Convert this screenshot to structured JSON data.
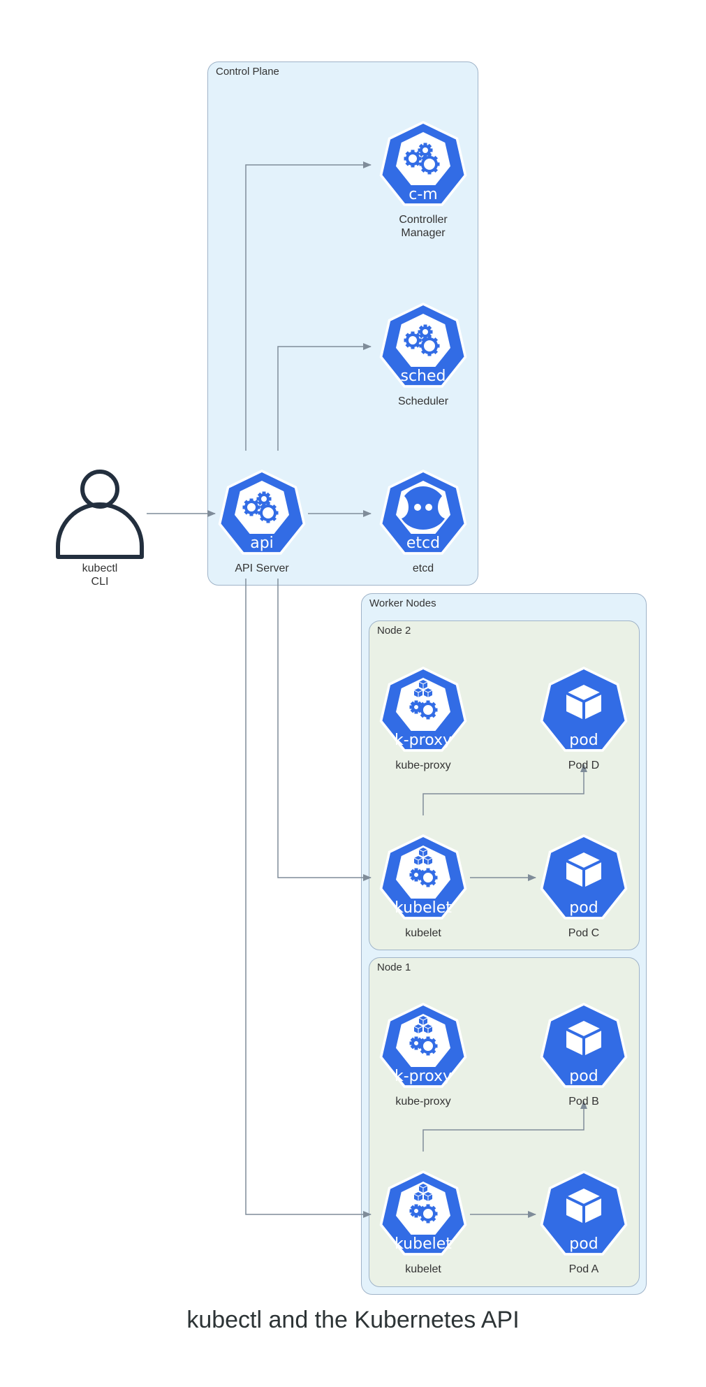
{
  "title": "kubectl and the Kubernetes API",
  "clusters": {
    "control_plane": "Control Plane",
    "worker_nodes": "Worker Nodes",
    "node2": "Node 2",
    "node1": "Node 1"
  },
  "nodes": {
    "user": {
      "label_line1": "kubectl",
      "label_line2": "CLI",
      "icon": "user-icon"
    },
    "api": {
      "label": "API Server",
      "badge": "api",
      "icon": "gears-icon"
    },
    "cm": {
      "label_line1": "Controller",
      "label_line2": "Manager",
      "badge": "c-m",
      "icon": "gears-icon"
    },
    "sched": {
      "label": "Scheduler",
      "badge": "sched",
      "icon": "gears-icon"
    },
    "etcd": {
      "label": "etcd",
      "badge": "etcd",
      "icon": "etcd-icon"
    },
    "n2_proxy": {
      "label": "kube-proxy",
      "badge": "k-proxy",
      "icon": "cubes-gear-icon"
    },
    "n2_podD": {
      "label": "Pod D",
      "badge": "pod",
      "icon": "cube-icon"
    },
    "n2_kubelet": {
      "label": "kubelet",
      "badge": "kubelet",
      "icon": "cubes-gear-icon"
    },
    "n2_podC": {
      "label": "Pod C",
      "badge": "pod",
      "icon": "cube-icon"
    },
    "n1_proxy": {
      "label": "kube-proxy",
      "badge": "k-proxy",
      "icon": "cubes-gear-icon"
    },
    "n1_podB": {
      "label": "Pod B",
      "badge": "pod",
      "icon": "cube-icon"
    },
    "n1_kubelet": {
      "label": "kubelet",
      "badge": "kubelet",
      "icon": "cubes-gear-icon"
    },
    "n1_podA": {
      "label": "Pod A",
      "badge": "pod",
      "icon": "cube-icon"
    }
  },
  "colors": {
    "k8s_blue": "#326ce5",
    "edge": "#7f8c99",
    "user": "#232f3e"
  }
}
